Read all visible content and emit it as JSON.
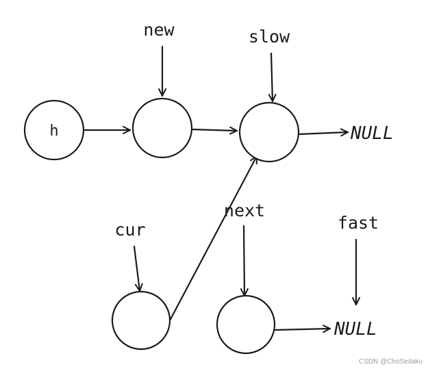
{
  "nodes": {
    "h": "h",
    "new": "",
    "slow": "",
    "cur": "",
    "next": ""
  },
  "labels": {
    "new": "new",
    "slow": "slow",
    "cur": "cur",
    "next": "next",
    "fast": "fast",
    "null_top": "NULL",
    "null_bottom": "NULL"
  },
  "watermark": "CSDN @ChoSeitaku",
  "colors": {
    "ink": "#1a1a1a",
    "background": "#ffffff",
    "watermark": "#9a9a9a"
  }
}
